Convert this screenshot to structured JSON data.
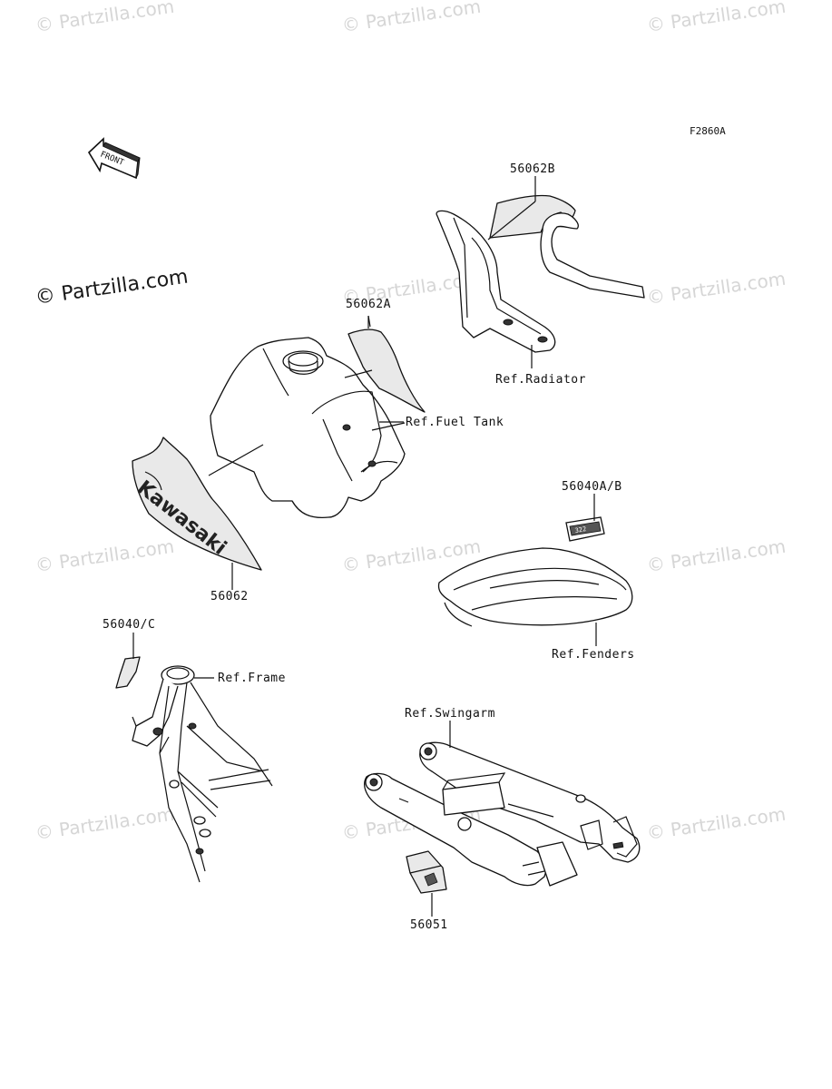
{
  "figure_id": "F2860A",
  "front_arrow_label": "FRONT",
  "brand_logo_text": "Kawasaki",
  "decal_small_text": "322",
  "watermark": {
    "light_text": "© Partzilla.com",
    "dark_text": "© Partzilla.com"
  },
  "callouts": {
    "c56062B": "56062B",
    "c56062A": "56062A",
    "refRadiator": "Ref.Radiator",
    "refFuelTank": "Ref.Fuel Tank",
    "c56040AB": "56040A/B",
    "c56062": "56062",
    "refFenders": "Ref.Fenders",
    "c56040C": "56040/C",
    "refFrame": "Ref.Frame",
    "refSwingarm": "Ref.Swingarm",
    "c56051": "56051"
  }
}
